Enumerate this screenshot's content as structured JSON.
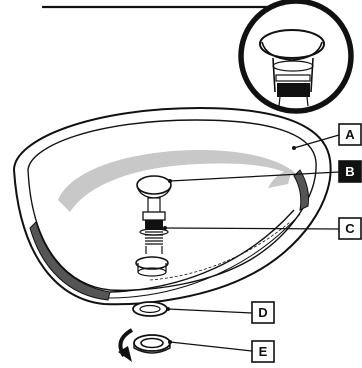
{
  "callouts": [
    {
      "id": "A",
      "letter": "A",
      "part": "basin",
      "inverted": false
    },
    {
      "id": "B",
      "letter": "B",
      "part": "pop-up-plug",
      "inverted": true
    },
    {
      "id": "C",
      "letter": "C",
      "part": "drain-thread-body",
      "inverted": false
    },
    {
      "id": "D",
      "letter": "D",
      "part": "seal-washer",
      "inverted": false
    },
    {
      "id": "E",
      "letter": "E",
      "part": "locking-nut",
      "inverted": false
    }
  ],
  "icons": {
    "detail": "plug-detail-icon",
    "rotation": "rotation-arrow-icon"
  },
  "colors": {
    "ink": "#111111",
    "highlight": "#c8c8c8",
    "inverted_bg": "#111111",
    "inverted_text": "#ffffff"
  }
}
